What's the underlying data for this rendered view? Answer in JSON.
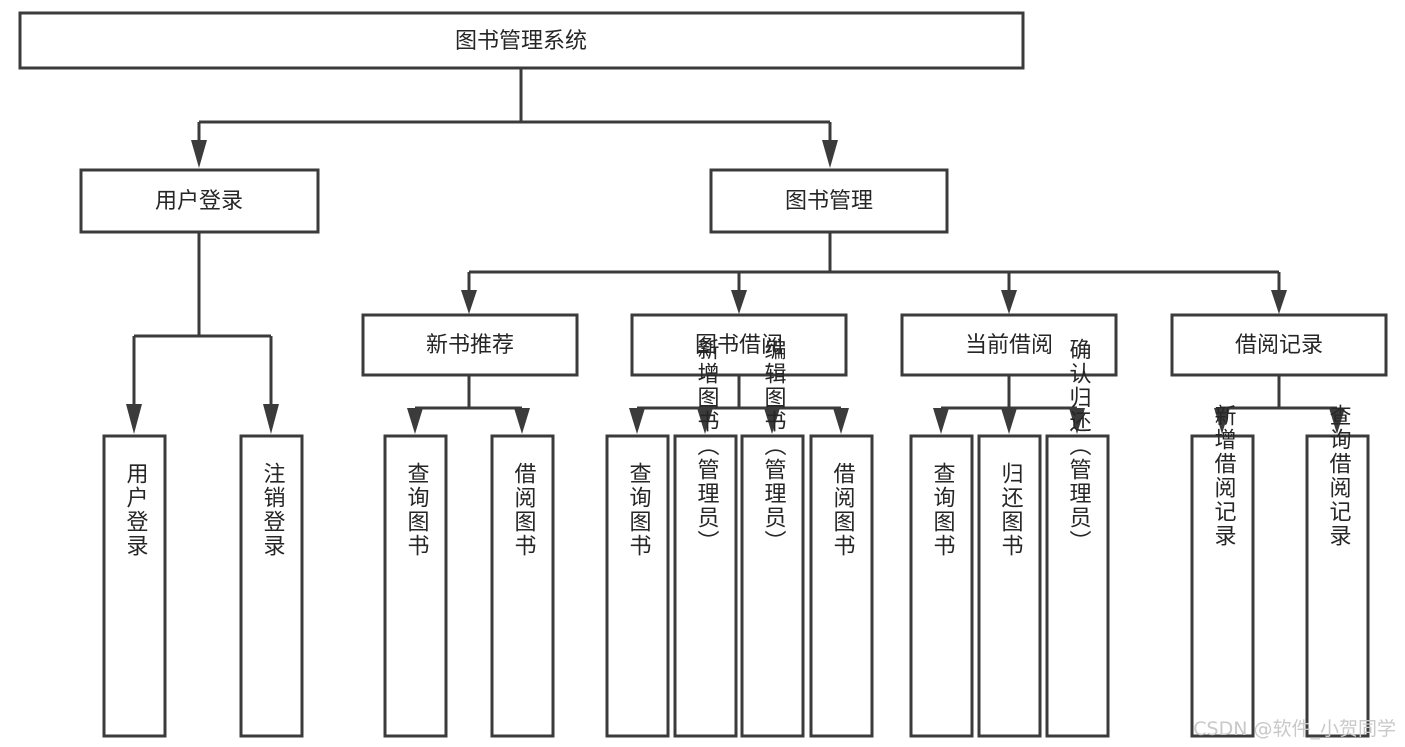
{
  "diagram": {
    "title": "图书管理系统",
    "type": "tree-hierarchy",
    "root": {
      "id": "root",
      "label": "图书管理系统"
    },
    "level2": [
      {
        "id": "user-login",
        "label": "用户登录"
      },
      {
        "id": "book-manage",
        "label": "图书管理"
      }
    ],
    "level3": [
      {
        "id": "new-book-recommend",
        "label": "新书推荐"
      },
      {
        "id": "book-borrow",
        "label": "图书借阅"
      },
      {
        "id": "current-borrow",
        "label": "当前借阅"
      },
      {
        "id": "borrow-record",
        "label": "借阅记录"
      }
    ],
    "leaves": [
      {
        "id": "leaf-user-login",
        "label": "用户登录",
        "parent": "user-login"
      },
      {
        "id": "leaf-logout-login",
        "label": "注销登录",
        "parent": "user-login"
      },
      {
        "id": "leaf-query-book-1",
        "label": "查询图书",
        "parent": "new-book-recommend"
      },
      {
        "id": "leaf-borrow-book-1",
        "label": "借阅图书",
        "parent": "new-book-recommend"
      },
      {
        "id": "leaf-query-book-2",
        "label": "查询图书",
        "parent": "book-borrow"
      },
      {
        "id": "leaf-add-book",
        "label": "新增图书（管理员）",
        "parent": "book-borrow"
      },
      {
        "id": "leaf-edit-book",
        "label": "编辑图书（管理员）",
        "parent": "book-borrow"
      },
      {
        "id": "leaf-borrow-book-2",
        "label": "借阅图书",
        "parent": "book-borrow"
      },
      {
        "id": "leaf-query-book-3",
        "label": "查询图书",
        "parent": "current-borrow"
      },
      {
        "id": "leaf-return-book",
        "label": "归还图书",
        "parent": "current-borrow"
      },
      {
        "id": "leaf-confirm-return",
        "label": "确认归还（管理员）",
        "parent": "current-borrow"
      },
      {
        "id": "leaf-add-record",
        "label": "新增借阅记录",
        "parent": "borrow-record"
      },
      {
        "id": "leaf-query-record",
        "label": "查询借阅记录",
        "parent": "borrow-record"
      }
    ],
    "colors": {
      "stroke": "#3b3b3b",
      "fill": "#ffffff",
      "text": "#262626",
      "watermark": "#c9c9c9"
    }
  },
  "watermark": {
    "text": "CSDN @软件_小贺同学"
  }
}
